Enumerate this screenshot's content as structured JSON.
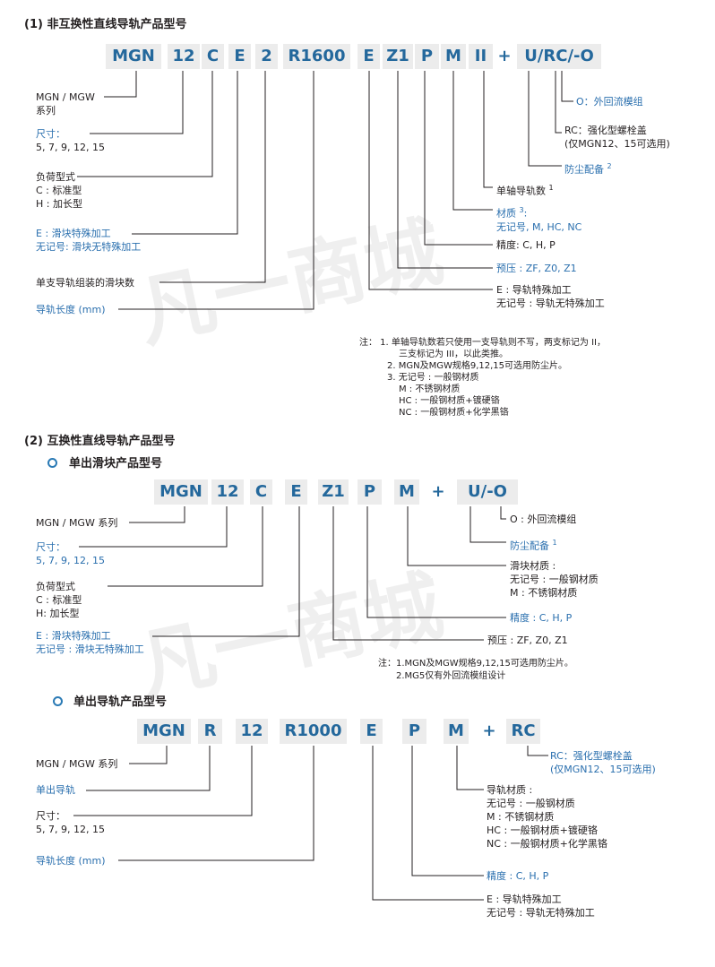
{
  "sec1": {
    "title": "(1) 非互换性直线导轨产品型号",
    "codes": [
      "MGN",
      "12",
      "C",
      "E",
      "2",
      "R1600",
      "E",
      "Z1",
      "P",
      "M",
      "II",
      "+",
      "U/RC/-O"
    ],
    "left": {
      "series": [
        "MGN / MGW",
        "系列"
      ],
      "size": [
        "尺寸：",
        "5, 7, 9, 12, 15"
      ],
      "load": [
        "负荷型式",
        "C : 标准型",
        "H : 加长型"
      ],
      "block": [
        "E : 滑块特殊加工",
        "无记号: 滑块无特殊加工"
      ],
      "count": "单支导轨组装的滑块数",
      "length": "导轨长度 (mm)"
    },
    "right": {
      "o": "O：外回流模组",
      "rc": [
        "RC：强化型螺栓盖",
        "(仅MGN12、15可选用)"
      ],
      "dust": "防尘配备",
      "dust_sup": "2",
      "rails": "单轴导轨数",
      "rails_sup": "1",
      "material": [
        "材质",
        "无记号, M, HC, NC"
      ],
      "material_sup": "3",
      "precision": "精度: C, H, P",
      "preload": "预压 : ZF, Z0, Z1",
      "railproc": [
        "E : 导轨特殊加工",
        "无记号 : 导轨无特殊加工"
      ]
    },
    "notes": [
      "注： 1. 单轴导轨数若只使用一支导轨则不写，两支标记为 II，",
      "三支标记为 III，以此类推。",
      "2. MGN及MGW规格9,12,15可选用防尘片。",
      "3. 无记号 : 一般钢材质",
      "M : 不锈钢材质",
      "HC : 一般钢材质+镀硬铬",
      "NC : 一般钢材质+化学黑铬"
    ]
  },
  "sec2": {
    "title": "(2) 互换性直线导轨产品型号",
    "sub1": {
      "title": "单出滑块产品型号",
      "codes": [
        "MGN",
        "12",
        "C",
        "E",
        "Z1",
        "P",
        "M",
        "+",
        "U/-O"
      ],
      "left": {
        "series": "MGN / MGW 系列",
        "size": [
          "尺寸：",
          "5, 7, 9, 12, 15"
        ],
        "load": [
          "负荷型式",
          "C : 标准型",
          "H: 加长型"
        ],
        "block": [
          "E : 滑块特殊加工",
          "无记号 : 滑块无特殊加工"
        ]
      },
      "right": {
        "o": "O : 外回流模组",
        "dust": "防尘配备",
        "dust_sup": "1",
        "material": [
          "滑块材质 :",
          "无记号 : 一般钢材质",
          "M : 不锈钢材质"
        ],
        "precision": "精度 : C, H, P",
        "preload": "预压 : ZF, Z0, Z1"
      },
      "notes": [
        "注：1.MGN及MGW规格9,12,15可选用防尘片。",
        "2.MG5仅有外回流模组设计"
      ]
    },
    "sub2": {
      "title": "单出导轨产品型号",
      "codes": [
        "MGN",
        "R",
        "12",
        "R1000",
        "E",
        "P",
        "M",
        "+",
        "RC"
      ],
      "left": {
        "series": "MGN / MGW 系列",
        "rail": "单出导轨",
        "size": [
          "尺寸：",
          "5, 7, 9, 12, 15"
        ],
        "length": "导轨长度 (mm)"
      },
      "right": {
        "rc": [
          "RC：强化型螺栓盖",
          "(仅MGN12、15可选用)"
        ],
        "material": [
          "导轨材质 :",
          "无记号 : 一般钢材质",
          "M : 不锈钢材质",
          "HC : 一般钢材质+镀硬铬",
          "NC : 一般钢材质+化学黑铬"
        ],
        "precision": "精度 : C, H, P",
        "railproc": [
          "E : 导轨特殊加工",
          "无记号 : 导轨无特殊加工"
        ]
      }
    }
  },
  "watermark": "凡一商城",
  "colors": {
    "code_text": "#24689c",
    "code_bg": "#ececec",
    "blue_text": "#2a6fae",
    "bullet": "#2a7ab5"
  }
}
